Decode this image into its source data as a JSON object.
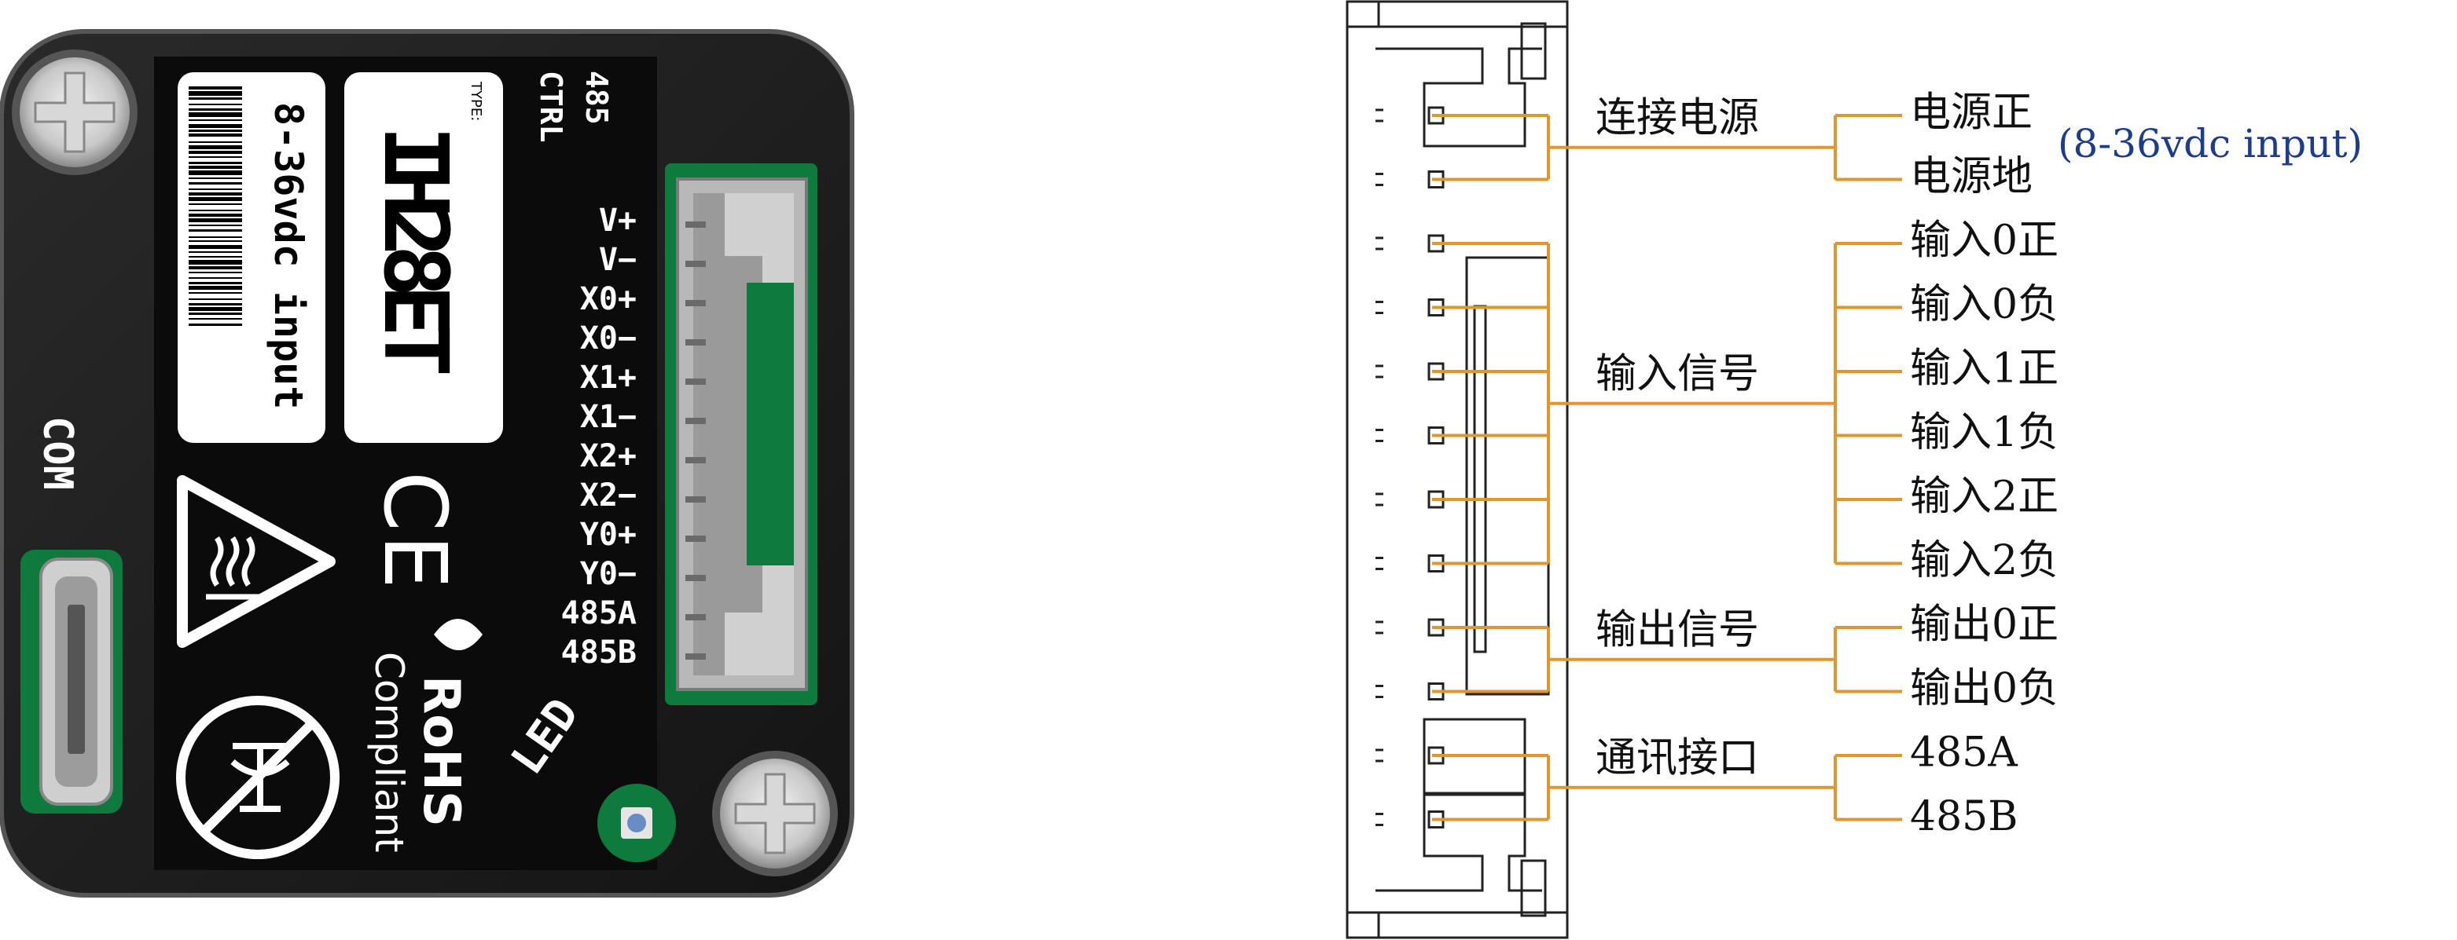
{
  "device": {
    "type_label": "TYPE:",
    "model": "IH28ET",
    "voltage_text": "8-36vdc input",
    "ctrl_title_line1": "485",
    "ctrl_title_line2": "CTRL",
    "pin_labels": [
      "V+",
      "V−",
      "X0+",
      "X0−",
      "X1+",
      "X1−",
      "X2+",
      "X2−",
      "Y0+",
      "Y0−",
      "485A",
      "485B"
    ],
    "com_label": "COM",
    "led_label": "LED",
    "ce_mark": "CE",
    "rohs_label": "RoHS",
    "compliant_label": "Compliant"
  },
  "wiring": {
    "groups": [
      {
        "name": "连接电源",
        "pins": [
          "电源正",
          "电源地"
        ]
      },
      {
        "name": "输入信号",
        "pins": [
          "输入0正",
          "输入0负",
          "输入1正",
          "输入1负",
          "输入2正",
          "输入2负"
        ]
      },
      {
        "name": "输出信号",
        "pins": [
          "输出0正",
          "输出0负"
        ]
      },
      {
        "name": "通讯接口",
        "pins": [
          "485A",
          "485B"
        ]
      }
    ],
    "power_note": "(8-36vdc input)"
  },
  "colors": {
    "body": "#1c1c1c",
    "pcb_green": "#0e7a3e",
    "wire_orange": "#e0962a",
    "note_blue": "#1d3d8a",
    "outline": "#222222"
  },
  "icons": [
    "screw-icon",
    "heat-warning-icon",
    "no-dispose-icon",
    "leaf-icon",
    "barcode-icon"
  ]
}
